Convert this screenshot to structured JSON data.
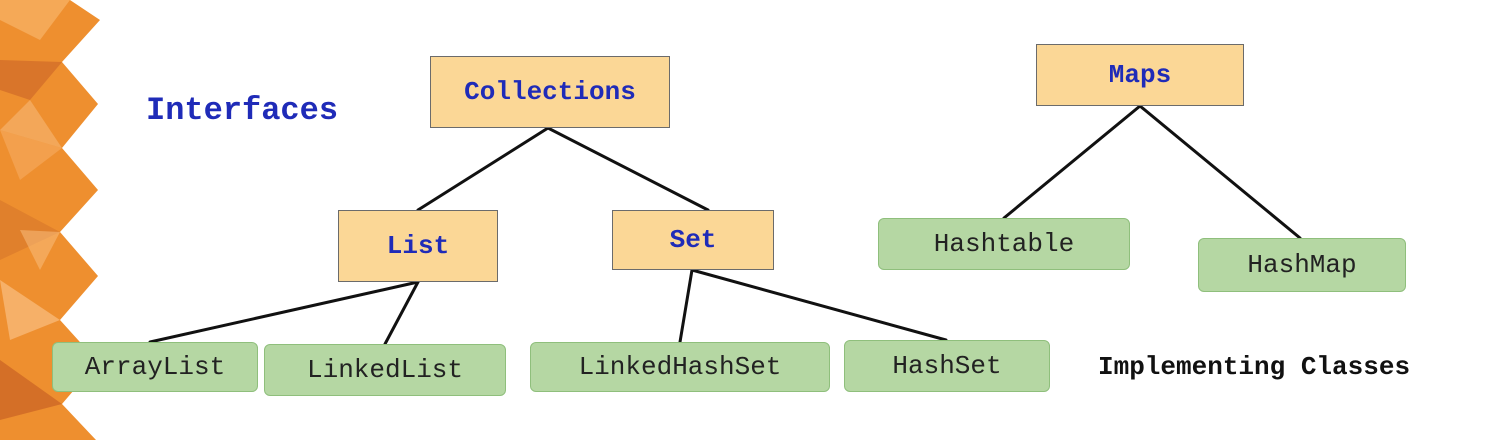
{
  "labels": {
    "interfaces": "Interfaces",
    "implementing_classes": "Implementing Classes"
  },
  "interfaces": {
    "collections": "Collections",
    "maps": "Maps",
    "list": "List",
    "set": "Set"
  },
  "classes": {
    "arraylist": "ArrayList",
    "linkedlist": "LinkedList",
    "linkedhashset": "LinkedHashSet",
    "hashset": "HashSet",
    "hashtable": "Hashtable",
    "hashmap": "HashMap"
  },
  "colors": {
    "interface_fill": "#fbd796",
    "interface_text": "#1f2bb8",
    "class_fill": "#b5d7a3",
    "line": "#111111",
    "decor_orange": "#ee8f2f"
  }
}
